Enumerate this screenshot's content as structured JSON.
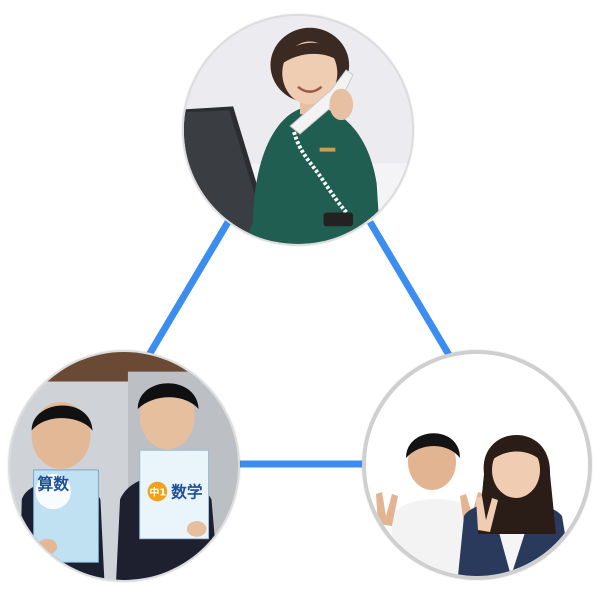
{
  "colors": {
    "connector": "#3b8ef0",
    "ring": "#d0d0d0",
    "background": "#ffffff"
  },
  "photos": {
    "top": {
      "subject": "woman-on-phone-at-desk"
    },
    "left": {
      "subject": "two-boys-holding-workbooks",
      "book_left_title": "算数",
      "book_right_grade": "中1",
      "book_right_title": "数学"
    },
    "right": {
      "subject": "boy-and-girl-peace-sign"
    }
  }
}
